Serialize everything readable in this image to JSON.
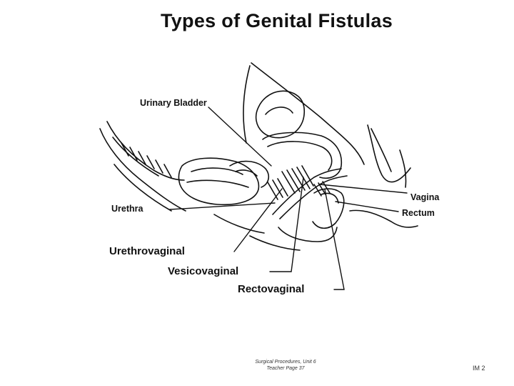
{
  "title": "Types of Genital Fistulas",
  "labels": {
    "urinary_bladder": "Urinary Bladder",
    "urethra": "Urethra",
    "vagina": "Vagina",
    "rectum": "Rectum",
    "urethrovaginal": "Urethrovaginal",
    "vesicovaginal": "Vesicovaginal",
    "rectovaginal": "Rectovaginal"
  },
  "footer": {
    "line1": "Surgical Procedures, Unit 6",
    "line2": "Teacher Page 37",
    "page": "IM 2"
  }
}
